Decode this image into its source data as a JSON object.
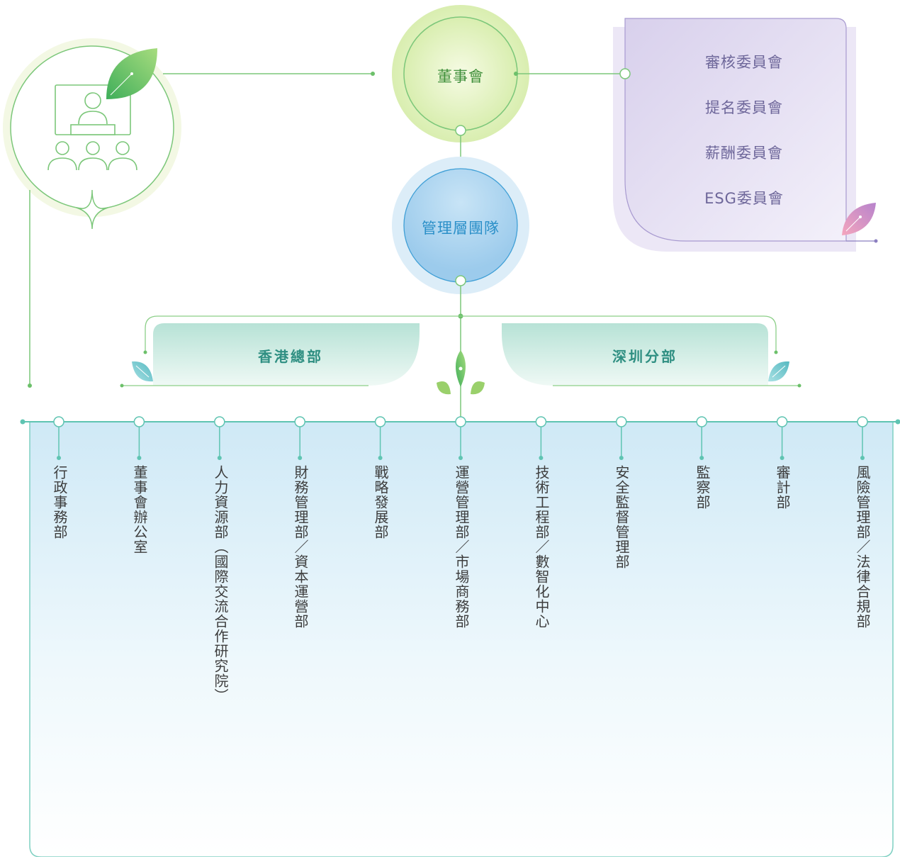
{
  "board": {
    "label": "董事會"
  },
  "management": {
    "label": "管理層團隊"
  },
  "committees": [
    {
      "label": "審核委員會"
    },
    {
      "label": "提名委員會"
    },
    {
      "label": "薪酬委員會"
    },
    {
      "label": "ESG委員會"
    }
  ],
  "branches": {
    "hk": "香港總部",
    "sz": "深圳分部"
  },
  "departments": [
    {
      "label": "行政事務部"
    },
    {
      "label": "董事會辦公室"
    },
    {
      "label": "人力資源部（國際交流合作研究院）"
    },
    {
      "label": "財務管理部／資本運營部"
    },
    {
      "label": "戰略發展部"
    },
    {
      "label": "運營管理部／市場商務部"
    },
    {
      "label": "技術工程部／數智化中心"
    },
    {
      "label": "安全監督管理部"
    },
    {
      "label": "監察部"
    },
    {
      "label": "審計部"
    },
    {
      "label": "風險管理部／法律合規部"
    }
  ],
  "colors": {
    "green_line": "#6cc06a",
    "teal_line": "#5fc4b2",
    "purple": "#8b7fc0",
    "board_text": "#3f8f3a",
    "mgmt_text": "#2a8fc8"
  },
  "icons": {
    "meeting": "meeting-icon",
    "leaf": "leaf-icon"
  }
}
